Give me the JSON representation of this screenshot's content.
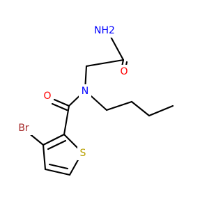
{
  "molecule": {
    "atoms": [
      {
        "id": "nh2",
        "label": "NH2",
        "color": "#0000ff"
      },
      {
        "id": "o_amide",
        "label": "O",
        "color": "#ff0000"
      },
      {
        "id": "o_carbonyl",
        "label": "O",
        "color": "#ff0000"
      },
      {
        "id": "n_tertiary",
        "label": "N",
        "color": "#0000ff"
      },
      {
        "id": "br",
        "label": "Br",
        "color": "#a52a2a"
      },
      {
        "id": "s",
        "label": "S",
        "color": "#b8a000"
      }
    ]
  }
}
